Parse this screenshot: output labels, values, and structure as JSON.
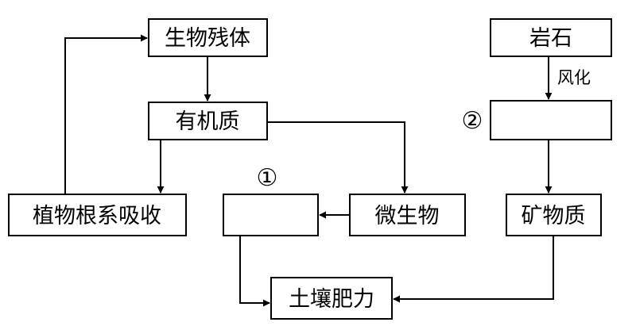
{
  "nodes": {
    "residue": "生物残体",
    "organic": "有机质",
    "root_absorb": "植物根系吸收",
    "unknown_1": "",
    "microbe": "微生物",
    "soil_fertility": "土壤肥力",
    "rock": "岩石",
    "unknown_2": "",
    "mineral": "矿物质"
  },
  "edge_labels": {
    "weathering": "风化"
  },
  "markers": {
    "m1": "①",
    "m2": "②"
  },
  "colors": {
    "line": "#000000",
    "background": "#ffffff"
  }
}
